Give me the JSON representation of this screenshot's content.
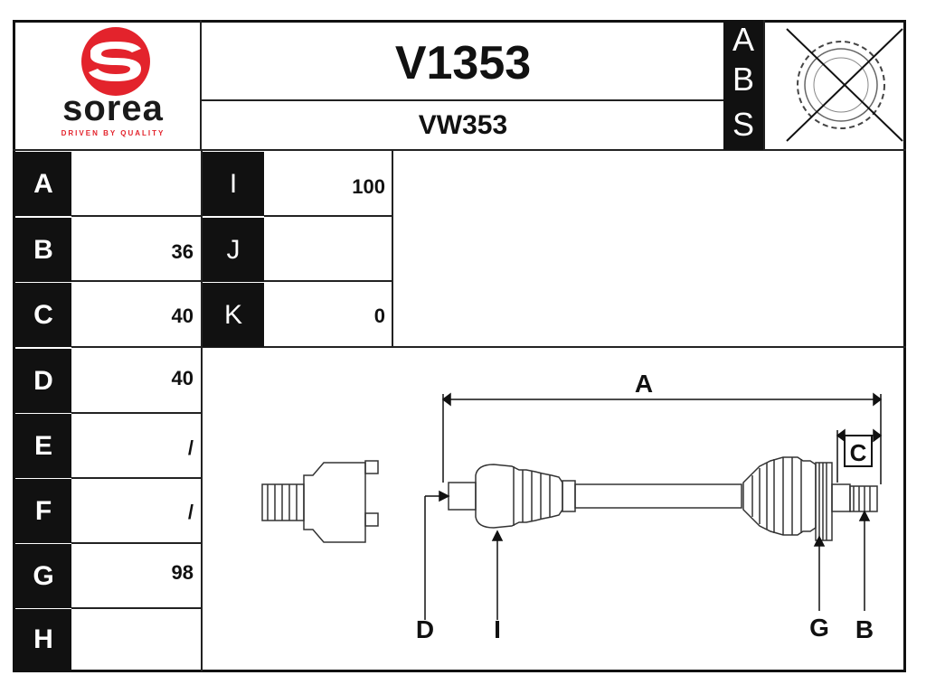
{
  "brand": {
    "name": "sorea",
    "tagline": "DRIVEN BY QUALITY",
    "logo_color": "#e3232c"
  },
  "header": {
    "part_number": "V1353",
    "oem_ref": "VW353",
    "abs_label": [
      "A",
      "B",
      "S"
    ],
    "abs_icon": "abs-ring-crossed-icon"
  },
  "specs_left": [
    {
      "label": "A",
      "value": ""
    },
    {
      "label": "B",
      "value": "36"
    },
    {
      "label": "C",
      "value": "40"
    },
    {
      "label": "D",
      "value": "40"
    },
    {
      "label": "E",
      "value": "/"
    },
    {
      "label": "F",
      "value": "/"
    },
    {
      "label": "G",
      "value": "98"
    },
    {
      "label": "H",
      "value": ""
    }
  ],
  "specs_mid": [
    {
      "label": "I",
      "value": "100"
    },
    {
      "label": "J",
      "value": ""
    },
    {
      "label": "K",
      "value": "0"
    }
  ],
  "diagram": {
    "dim_labels": {
      "A": "A",
      "C": "C",
      "D": "D",
      "I": "I",
      "G": "G",
      "B": "B"
    }
  }
}
